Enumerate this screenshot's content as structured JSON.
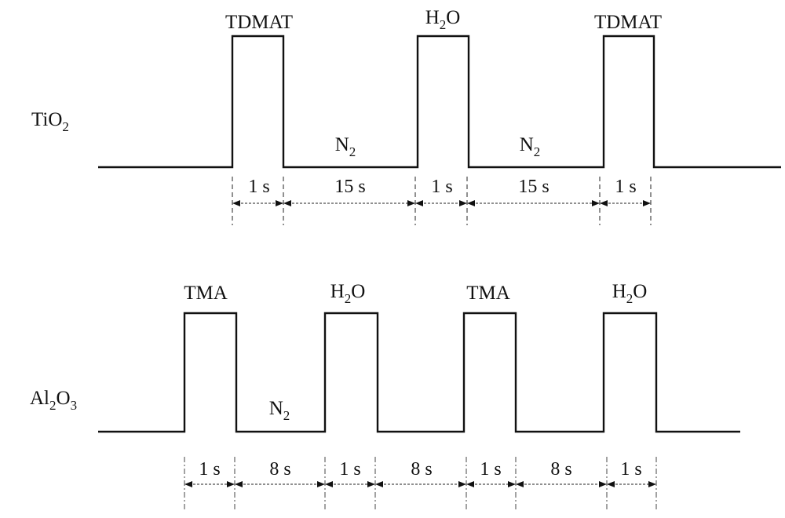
{
  "tio2": {
    "row_label": "TiO",
    "row_label_sub": "2",
    "pulses": [
      "TDMAT",
      "H",
      "TDMAT"
    ],
    "h2o": {
      "h": "H",
      "sub": "2",
      "o": "O"
    },
    "purge_1": {
      "n": "N",
      "sub": "2"
    },
    "purge_2": {
      "n": "N",
      "sub": "2"
    },
    "durations": [
      "1 s",
      "15 s",
      "1 s",
      "15 s",
      "1 s"
    ]
  },
  "al2o3": {
    "row_label_a": "Al",
    "row_label_sub1": "2",
    "row_label_b": "O",
    "row_label_sub2": "3",
    "pulse_tma_1": "TMA",
    "pulse_tma_2": "TMA",
    "h2o_1": {
      "h": "H",
      "sub": "2",
      "o": "O"
    },
    "h2o_2": {
      "h": "H",
      "sub": "2",
      "o": "O"
    },
    "purge": {
      "n": "N",
      "sub": "2"
    },
    "durations": [
      "1 s",
      "8 s",
      "1 s",
      "8 s",
      "1 s",
      "8 s",
      "1 s"
    ]
  }
}
